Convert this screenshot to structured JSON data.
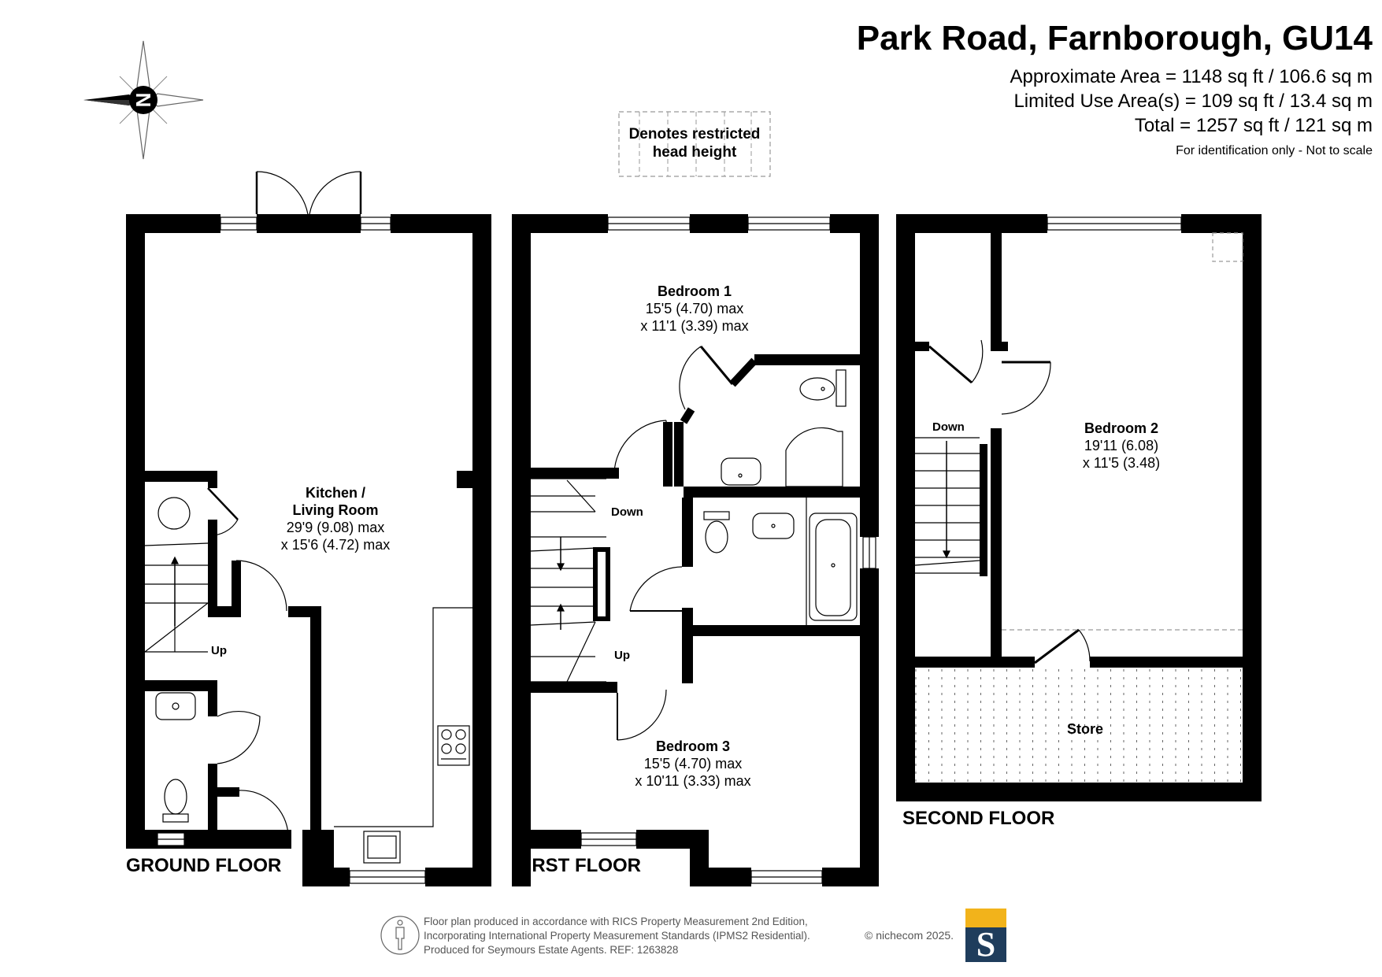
{
  "header": {
    "title": "Park Road, Farnborough, GU14",
    "approx_area": "Approximate Area = 1148 sq ft / 106.6 sq m",
    "limited_use": "Limited Use Area(s) = 109 sq ft / 13.4 sq m",
    "total": "Total = 1257 sq ft / 121 sq m",
    "disclaimer": "For identification only - Not to scale"
  },
  "legend": {
    "line1": "Denotes restricted",
    "line2": "head height"
  },
  "compass": {
    "north_label": "N",
    "icon": "compass-rose-icon"
  },
  "floors": {
    "ground": "GROUND FLOOR",
    "first": "FIRST FLOOR",
    "second": "SECOND FLOOR"
  },
  "rooms": {
    "kitchen": {
      "name1": "Kitchen /",
      "name2": "Living Room",
      "dim1": "29'9 (9.08) max",
      "dim2": "x 15'6 (4.72) max"
    },
    "bedroom1": {
      "name": "Bedroom 1",
      "dim1": "15'5 (4.70) max",
      "dim2": "x 11'1 (3.39) max"
    },
    "bedroom3": {
      "name": "Bedroom 3",
      "dim1": "15'5 (4.70) max",
      "dim2": "x 10'11 (3.33) max"
    },
    "bedroom2": {
      "name": "Bedroom 2",
      "dim1": "19'11 (6.08)",
      "dim2": "x 11'5 (3.48)"
    },
    "store": {
      "name": "Store"
    }
  },
  "stairs": {
    "up_ground": "Up",
    "down_first": "Down",
    "up_first": "Up",
    "down_second": "Down"
  },
  "footer": {
    "line1": "Floor plan produced in accordance with RICS Property Measurement 2nd Edition,",
    "line2": "Incorporating International Property Measurement Standards (IPMS2 Residential).",
    "line3": "Produced for Seymours Estate Agents.   REF: 1263828",
    "brand": "© nichecom 2025.",
    "logo_letter": "S"
  },
  "colors": {
    "wall": "#000000",
    "logo_blue": "#1f3d5c",
    "logo_gold": "#f2b31b",
    "footer_text": "#555555"
  }
}
